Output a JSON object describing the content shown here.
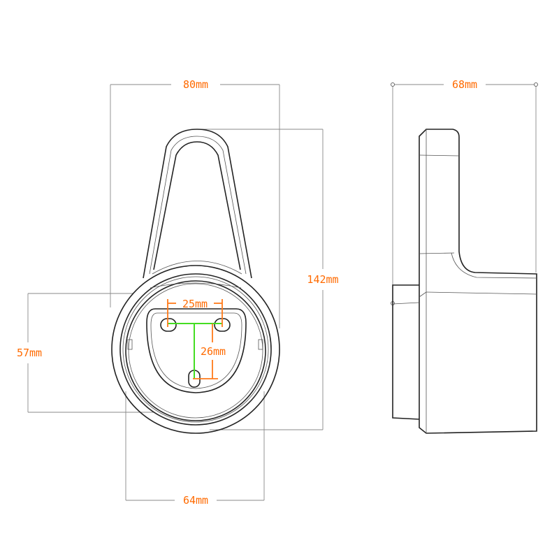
{
  "colors": {
    "dimension_text": "#ff6a00",
    "green_guide": "#44dd22",
    "outline": "#222222"
  },
  "front_view": {
    "width_label": "80mm",
    "height_label": "142mm",
    "body_height_label": "57mm",
    "body_width_label": "64mm",
    "hole_spacing_label": "25mm",
    "hole_drop_label": "26mm"
  },
  "side_view": {
    "depth_label": "68mm"
  }
}
